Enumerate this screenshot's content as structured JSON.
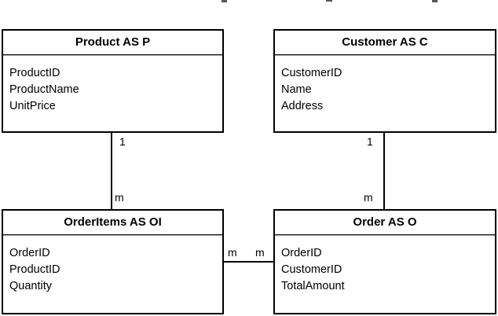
{
  "diagram": {
    "entities": [
      {
        "title": "Product AS P",
        "fields": [
          "ProductID",
          "ProductName",
          "UnitPrice"
        ]
      },
      {
        "title": "Customer AS C",
        "fields": [
          "CustomerID",
          "Name",
          "Address"
        ]
      },
      {
        "title": "OrderItems AS OI",
        "fields": [
          "OrderID",
          "ProductID",
          "Quantity"
        ]
      },
      {
        "title": "Order AS O",
        "fields": [
          "OrderID",
          "CustomerID",
          "TotalAmount"
        ]
      }
    ],
    "relationships": [
      {
        "from": "Product AS P",
        "to": "OrderItems AS OI",
        "from_cardinality": "1",
        "to_cardinality": "m"
      },
      {
        "from": "Customer AS C",
        "to": "Order AS O",
        "from_cardinality": "1",
        "to_cardinality": "m"
      },
      {
        "from": "OrderItems AS OI",
        "to": "Order AS O",
        "from_cardinality": "m",
        "to_cardinality": "m"
      }
    ],
    "colors": {
      "border": "#000000",
      "background": "#ffffff",
      "text": "#000000",
      "separator_shadow": "#9a9a9a"
    }
  }
}
